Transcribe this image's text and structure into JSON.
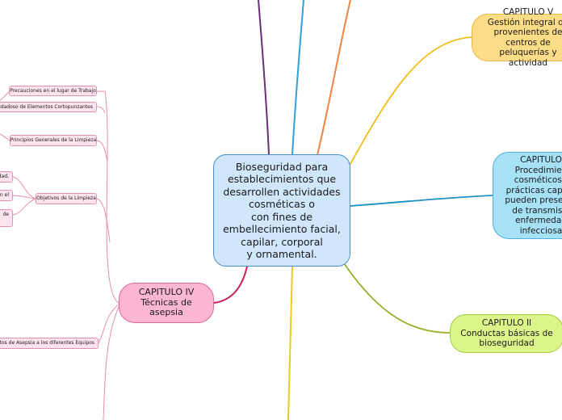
{
  "colors": {
    "purple": "#6a2f78",
    "blue": "#2f9fd8",
    "orange": "#f08440",
    "yellow": "#f2be1c",
    "teal": "#1e8fc0",
    "green": "#93b22a",
    "crimson": "#c81e5a",
    "pink": "#e98cb0"
  },
  "central": {
    "text": "Bioseguridad para\nestablecimientos que\ndesarrollen actividades\ncosméticas o\ncon fines de\nembellecimiento facial,\ncapilar, corporal\ny ornamental."
  },
  "chapters": {
    "gestion": {
      "text": "CAPITULO V\nGestión integral de\nprovenientes de centros de\npeluquerías y actividad"
    },
    "procedimientos": {
      "text": "CAPITULO\nProcedimien\ncosméticos (\nprácticas capilar\npueden presenta\nde transmisió\nenfermedad\ninfecciosa"
    },
    "conductas": {
      "text": "CAPITULO II\nConductas básicas de\nbioseguridad"
    },
    "tecnicas": {
      "text": "CAPITULO IV\nTécnicas de\nasepsia"
    }
  },
  "subtopics": {
    "precauciones": "Precauciones en el lugar de Trabajo",
    "cuidadoso": "Cuidadoso de Elementos Cortopunzantes",
    "principios": "Principios Generales de la Limpieza",
    "objetivos": "Objetivos de la Limpieza",
    "obj_1": "edad,",
    "obj_2": "n el",
    "obj_3": "de",
    "asepsia_equipos": "entos de Asepsia a los diferentes Equipos"
  }
}
